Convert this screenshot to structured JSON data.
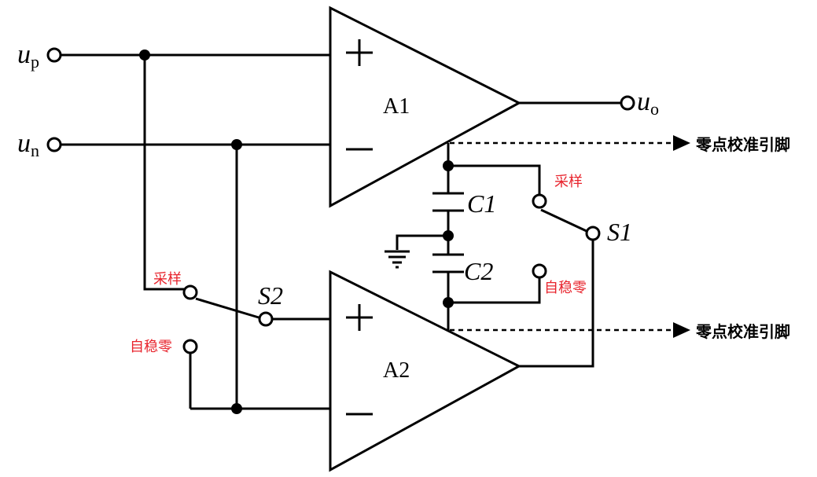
{
  "terminals": {
    "up": {
      "main": "u",
      "sub": "p"
    },
    "un": {
      "main": "u",
      "sub": "n"
    },
    "uo": {
      "main": "u",
      "sub": "o"
    }
  },
  "amplifiers": {
    "a1": {
      "label": "A1",
      "plus": "+",
      "minus": "−"
    },
    "a2": {
      "label": "A2",
      "plus": "+",
      "minus": "−"
    }
  },
  "capacitors": {
    "c1": "C1",
    "c2": "C2"
  },
  "switches": {
    "s1": {
      "label": "S1",
      "sample": "采样",
      "autozero": "自稳零"
    },
    "s2": {
      "label": "S2",
      "sample": "采样",
      "autozero": "自稳零"
    }
  },
  "calibration_pins": {
    "top": "零点校准引脚",
    "bottom": "零点校准引脚"
  },
  "colors": {
    "wire": "#000000",
    "switch_label": "#e8242d"
  }
}
